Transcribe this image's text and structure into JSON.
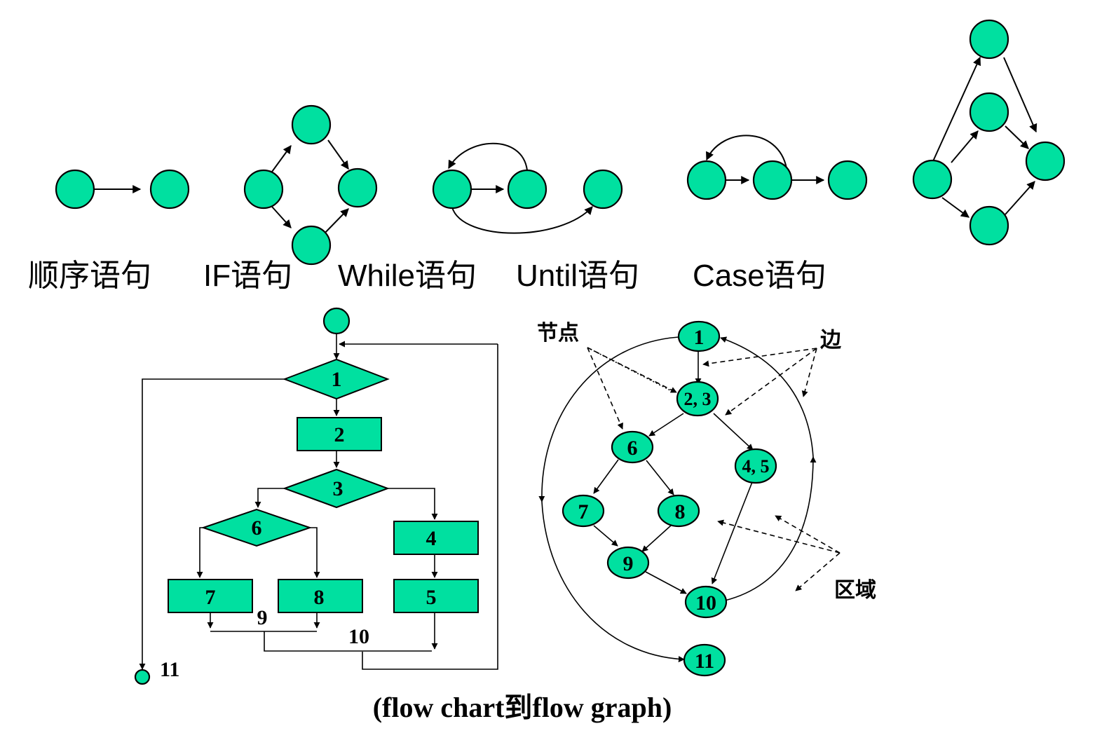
{
  "patterns": {
    "sequence": "顺序语句",
    "if": "IF语句",
    "while": "While语句",
    "until": "Until语句",
    "case": "Case语句"
  },
  "flowchart": {
    "n1": "1",
    "n2": "2",
    "n3": "3",
    "n4": "4",
    "n5": "5",
    "n6": "6",
    "n7": "7",
    "n8": "8",
    "n9": "9",
    "n10": "10",
    "n11": "11"
  },
  "flowgraph": {
    "n1": "1",
    "n23": "2, 3",
    "n45": "4, 5",
    "n6": "6",
    "n7": "7",
    "n8": "8",
    "n9": "9",
    "n10": "10",
    "n11": "11"
  },
  "annotations": {
    "node": "节点",
    "edge": "边",
    "region": "区域"
  },
  "caption": "(flow chart到flow graph)",
  "colors": {
    "node_fill": "#00e0a0",
    "stroke": "#000000",
    "background": "#ffffff"
  }
}
